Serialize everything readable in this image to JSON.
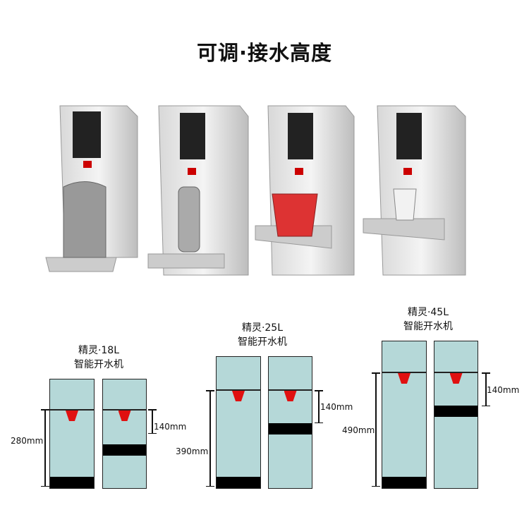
{
  "title": "可调·接水高度",
  "machines": [
    {
      "item": "kettle"
    },
    {
      "item": "thermos"
    },
    {
      "item": "noodle-bowl"
    },
    {
      "item": "cup"
    }
  ],
  "groups": [
    {
      "name": "精灵·18L",
      "subtitle": "智能开水机",
      "total": "280mm",
      "adjust": "140mm"
    },
    {
      "name": "精灵·25L",
      "subtitle": "智能开水机",
      "total": "390mm",
      "adjust": "140mm"
    },
    {
      "name": "精灵·45L",
      "subtitle": "智能开水机",
      "total": "490mm",
      "adjust": "140mm"
    }
  ],
  "colors": {
    "body": "#b5d8d8",
    "nozzle": "#e01010",
    "tray": "#000000"
  }
}
